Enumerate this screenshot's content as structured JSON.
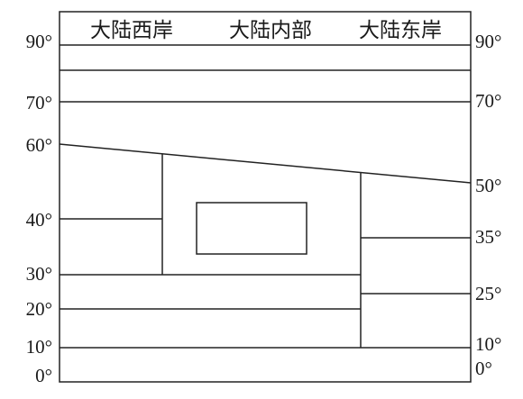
{
  "headers": {
    "west_coast": "大陆西岸",
    "interior": "大陆内部",
    "east_coast": "大陆东岸"
  },
  "left_latitudes": [
    "90°",
    "70°",
    "60°",
    "40°",
    "30°",
    "20°",
    "10°",
    "0°"
  ],
  "right_latitudes": [
    "90°",
    "70°",
    "50°",
    "35°",
    "25°",
    "10°",
    "0°"
  ],
  "colors": {
    "line": "#222222",
    "text": "#1a1a1a",
    "background": "#ffffff"
  }
}
